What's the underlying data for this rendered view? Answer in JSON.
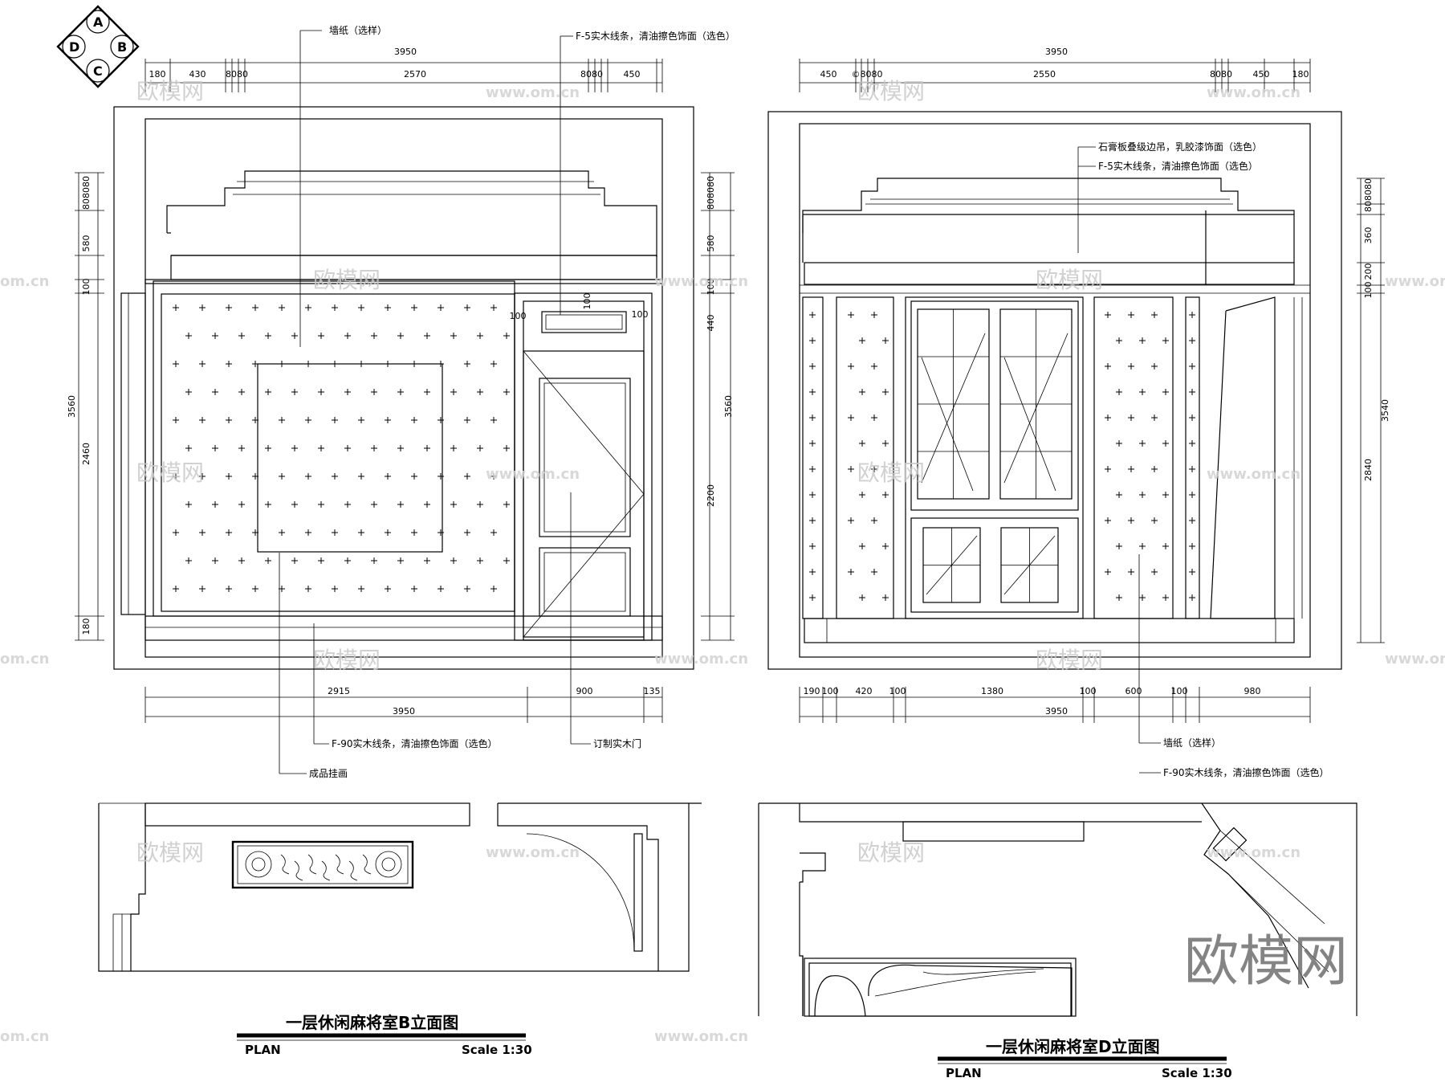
{
  "compass": {
    "A": "A",
    "B": "B",
    "C": "C",
    "D": "D"
  },
  "left": {
    "title": "一层休闲麻将室B立面图",
    "plan": "PLAN",
    "scale": "Scale 1:30",
    "top_total": "3950",
    "top_dims": [
      "180",
      "430",
      "8080",
      "2570",
      "8080",
      "450"
    ],
    "bottom_dims": [
      "2915",
      "900",
      "135"
    ],
    "bottom_total": "3950",
    "left_dims": [
      "808080",
      "580",
      "100",
      "2460",
      "180"
    ],
    "left_total": "3560",
    "right_dims": [
      "808080",
      "580",
      "100",
      "440",
      "2200"
    ],
    "right_total": "3560",
    "door_dims": [
      "100",
      "100",
      "100"
    ],
    "notes": {
      "wallpaper": "墙纸（选样）",
      "f5": "F-5实木线条，清油擦色饰面（选色）",
      "f90": "F-90实木线条，清油擦色饰面（选色）",
      "door": "订制实木门",
      "painting": "成品挂画"
    }
  },
  "right": {
    "title": "一层休闲麻将室D立面图",
    "plan": "PLAN",
    "scale": "Scale 1:30",
    "top_total": "3950",
    "top_dims": [
      "450",
      "©8080",
      "2550",
      "8080",
      "450",
      "180"
    ],
    "bottom_dims": [
      "190",
      "100",
      "420",
      "100",
      "1380",
      "100",
      "600",
      "100",
      "980"
    ],
    "bottom_total": "3950",
    "right_dims": [
      "808080",
      "360",
      "200",
      "100",
      "2840"
    ],
    "right_total": "3540",
    "notes": {
      "gypsum": "石膏板叠级边吊，乳胶漆饰面（选色）",
      "f5": "F-5实木线条，清油擦色饰面（选色）",
      "wallpaper": "墙纸（选样）",
      "f90": "F-90实木线条，清油擦色饰面（选色）"
    }
  },
  "watermark": {
    "logo": "欧模网",
    "url": "www.om.cn",
    "url_short": "om.cn"
  }
}
